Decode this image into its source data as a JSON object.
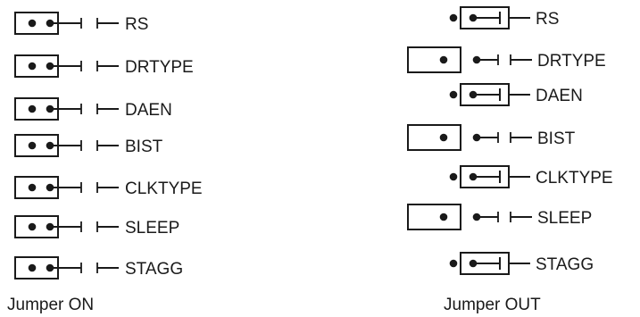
{
  "jumper_on": {
    "caption": "Jumper ON",
    "rows": [
      {
        "label": "RS"
      },
      {
        "label": "DRTYPE"
      },
      {
        "label": "DAEN"
      },
      {
        "label": "BIST"
      },
      {
        "label": "CLKTYPE"
      },
      {
        "label": "SLEEP"
      },
      {
        "label": "STAGG"
      }
    ]
  },
  "jumper_out": {
    "caption": "Jumper OUT",
    "rows": [
      {
        "label": "RS",
        "style": "shift-right"
      },
      {
        "label": "DRTYPE",
        "style": "shift-left"
      },
      {
        "label": "DAEN",
        "style": "shift-right"
      },
      {
        "label": "BIST",
        "style": "shift-left"
      },
      {
        "label": "CLKTYPE",
        "style": "shift-right"
      },
      {
        "label": "SLEEP",
        "style": "shift-left"
      },
      {
        "label": "STAGG",
        "style": "shift-right"
      }
    ]
  },
  "colors": {
    "stroke": "#1a1a1a",
    "background": "#ffffff"
  }
}
